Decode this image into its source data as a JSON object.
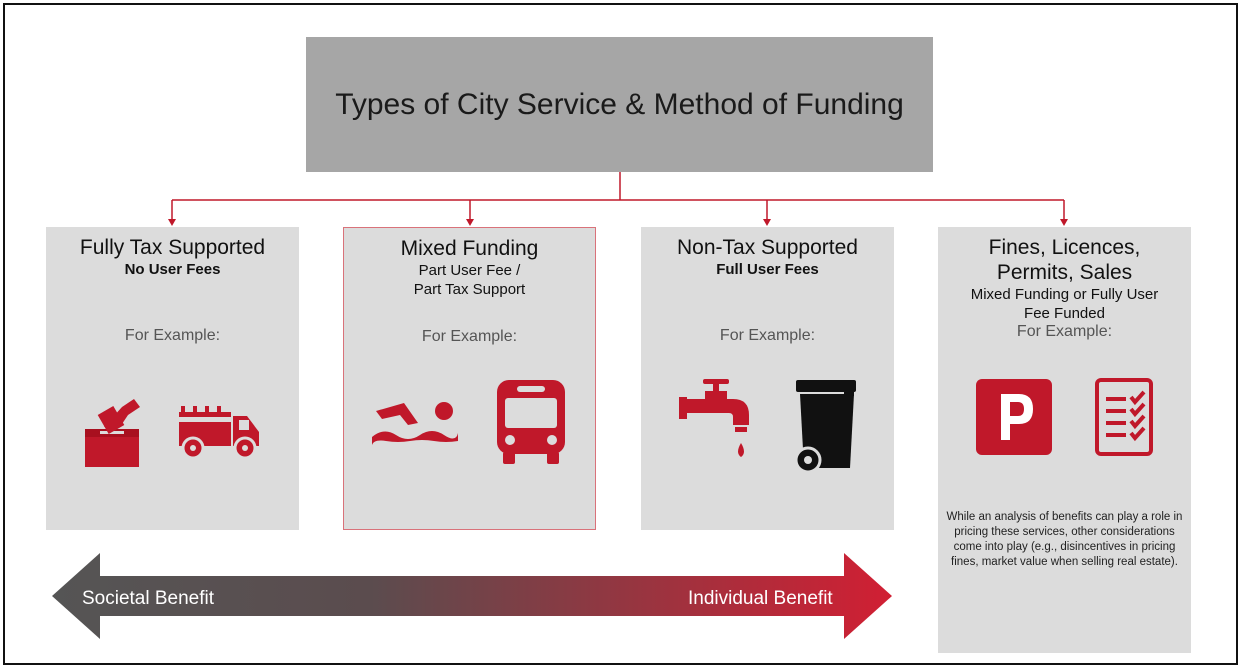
{
  "title": "Types of City Service & Method of Funding",
  "colors": {
    "accent": "#c0182a",
    "card_bg": "#dcdcdc",
    "title_bg": "#a6a6a6",
    "arrow_left": "#555555",
    "arrow_right": "#d11f33"
  },
  "columns": [
    {
      "heading": "Fully Tax Supported",
      "subheading": [
        "No User Fees"
      ],
      "example_label": "For Example:",
      "icons": [
        "ballot-box-icon",
        "fire-truck-icon"
      ]
    },
    {
      "heading": "Mixed Funding",
      "subheading": [
        "Part User Fee /",
        "Part Tax Support"
      ],
      "example_label": "For Example:",
      "icons": [
        "swimmer-icon",
        "bus-icon"
      ]
    },
    {
      "heading": "Non-Tax Supported",
      "subheading": [
        "Full User Fees"
      ],
      "example_label": "For Example:",
      "icons": [
        "water-tap-icon",
        "garbage-bin-icon"
      ]
    },
    {
      "heading": [
        "Fines, Licences,",
        "Permits, Sales"
      ],
      "subheading": [
        "Mixed Funding or Fully User",
        "Fee Funded"
      ],
      "example_label": "For Example:",
      "icons": [
        "parking-sign-icon",
        "checklist-icon"
      ],
      "note": "While an analysis of benefits can play a role in pricing these services, other considerations come into play (e.g., disincentives in pricing fines, market value when selling real estate)."
    }
  ],
  "benefit_arrow": {
    "left_label": "Societal Benefit",
    "right_label": "Individual Benefit"
  }
}
